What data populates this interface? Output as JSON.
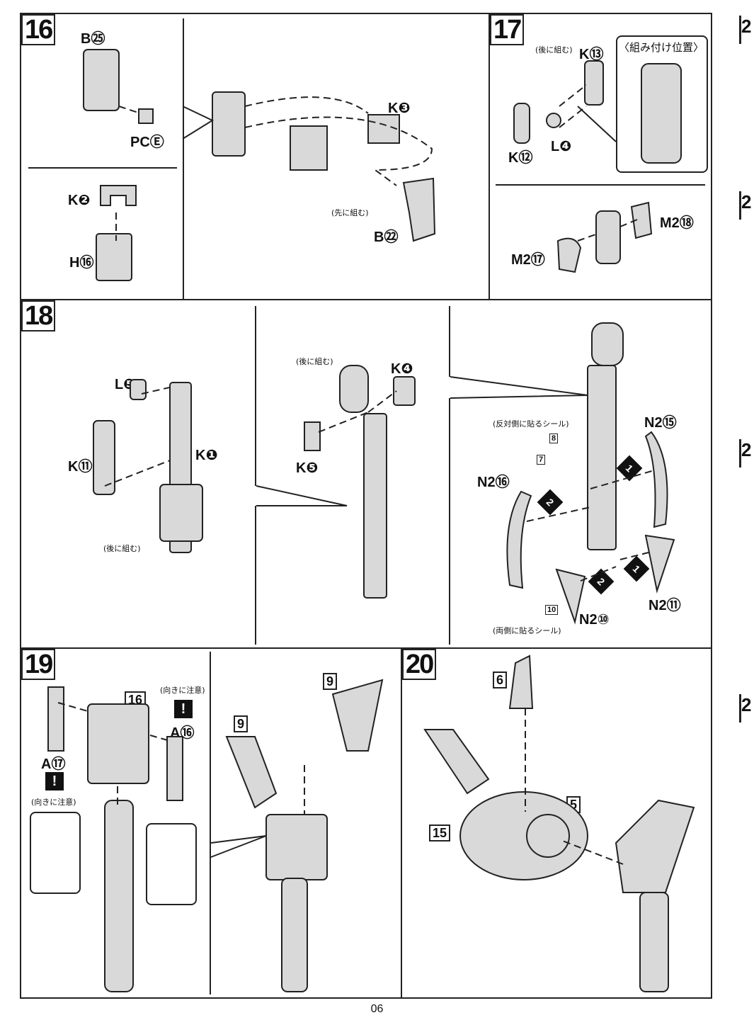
{
  "page_number": "06",
  "steps": {
    "s16": {
      "number": "16",
      "labels": {
        "b25": "B㉕",
        "pce": "PCⒺ",
        "k2": "K❷",
        "h16": "H⑯",
        "k3": "K❸",
        "b22": "B㉒"
      },
      "note_first": "(先に組む)"
    },
    "s17": {
      "number": "17",
      "labels": {
        "k13": "K⑬",
        "k12": "K⑫",
        "l4": "L❹",
        "m2_18": "M2⑱",
        "m2_17": "M2⑰"
      },
      "note_later": "(後に組む)",
      "position_caption": "〈組み付け位置〉"
    },
    "s18": {
      "number": "18",
      "labels": {
        "l5": "L❺",
        "k11": "K⑪",
        "k1": "K❶",
        "k4": "K❹",
        "k5": "K❺",
        "n2_15": "N2⑮",
        "n2_16": "N2⑯",
        "n2_11": "N2⑪",
        "n2_10": "N2⑩"
      },
      "note_later_a": "(後に組む)",
      "note_later_b": "(後に組む)",
      "sticker_opposite": "(反対側に貼るシール)",
      "sticker_both": "(両側に貼るシール)",
      "sticker_numbers": {
        "a": "8",
        "b": "7",
        "c": "10"
      },
      "order_marks": {
        "one": "1",
        "two": "2"
      }
    },
    "s19": {
      "number": "19",
      "labels": {
        "a17": "A⑰",
        "a16": "A⑯"
      },
      "ref_16": "16",
      "ref_9a": "9",
      "ref_9b": "9",
      "note_orient_a": "(向きに注意)",
      "note_orient_b": "(向きに注意)",
      "warn_mark": "!"
    },
    "s20": {
      "number": "20",
      "ref_6": "6",
      "ref_5": "5",
      "ref_15": "15"
    }
  },
  "edge_tabs": [
    "2",
    "2",
    "2",
    "2"
  ]
}
